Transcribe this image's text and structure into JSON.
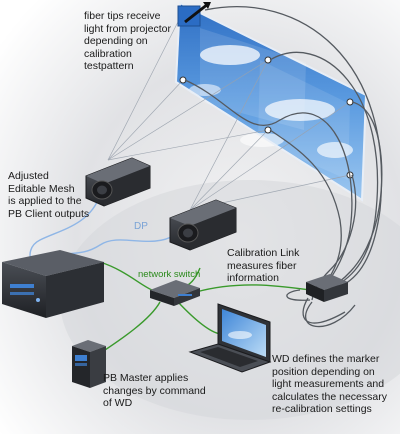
{
  "labels": {
    "fiber_tips": "fiber tips receive\nlight from projector\ndepending on\ncalibration\ntestpattern",
    "adjusted_mesh": "Adjusted\nEditable Mesh\nis applied to the\nPB Client outputs",
    "calibration_link": "Calibration Link\nmeasures fiber\ninformation",
    "network_switch": "network switch",
    "dp": "DP",
    "pb_master": "PB Master applies\nchanges by command\nof WD",
    "wd": "WD defines the marker\nposition depending on\nlight measurements and\ncalculates the necessary\nre-calibration settings"
  },
  "colors": {
    "background_gradient": "#dcdde0",
    "network_cable": "#3a9a2c",
    "dp_cable": "#8fb6e6",
    "fiber_cable": "#5a5a5a",
    "sky": "#4f8fd6",
    "device_body": "#3a3d42",
    "switch_accent": "#3e7fd0"
  }
}
